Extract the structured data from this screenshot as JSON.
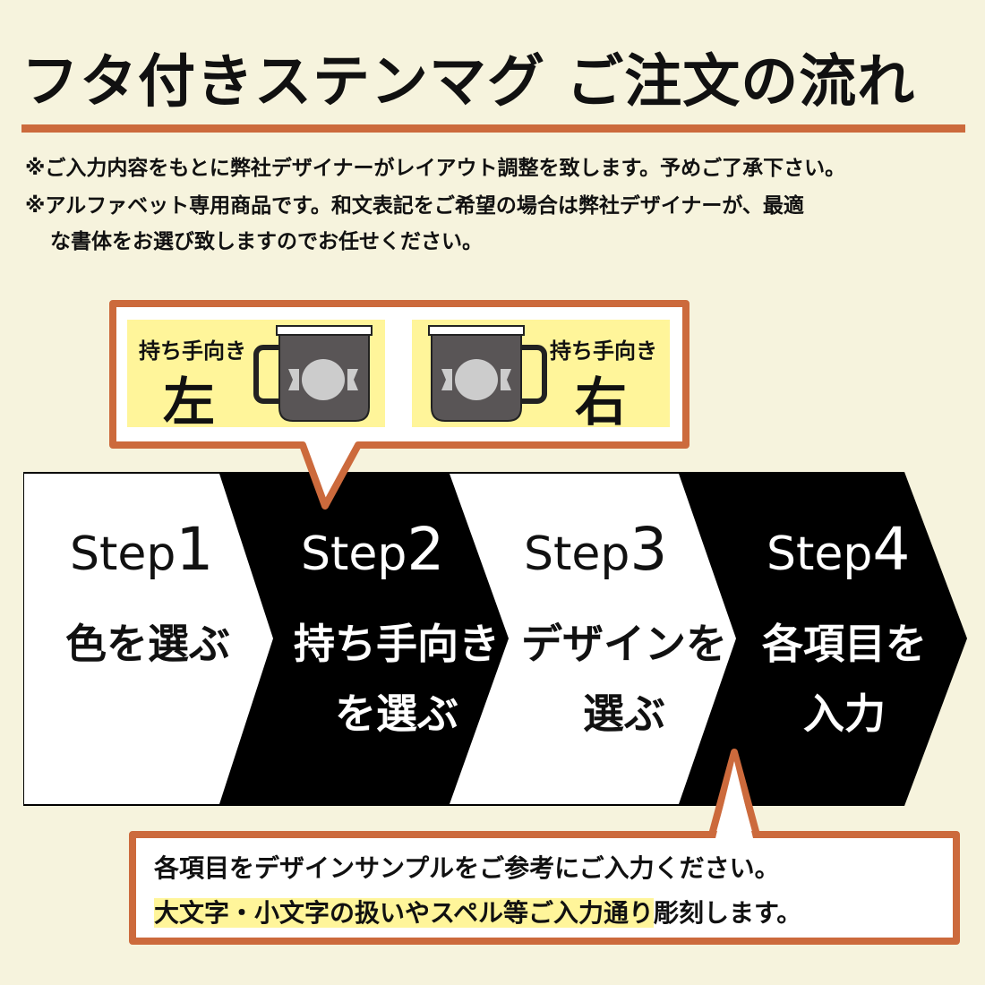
{
  "title": "フタ付きステンマグ ご注文の流れ",
  "notes": [
    "※ご入力内容をもとに弊社デザイナーがレイアウト調整を致します。予めご了承下さい。",
    "※アルファベット専用商品です。和文表記をご希望の場合は弊社デザイナーが、最適",
    "な書体をお選び致しますのでお任せください。"
  ],
  "handle_options": [
    {
      "label": "持ち手向き",
      "side": "左",
      "icon": "mug-handle-left-icon"
    },
    {
      "label": "持ち手向き",
      "side": "右",
      "icon": "mug-handle-right-icon"
    }
  ],
  "steps": [
    {
      "word": "Step",
      "num": "1",
      "lines": [
        "色を選ぶ"
      ]
    },
    {
      "word": "Step",
      "num": "2",
      "lines": [
        "持ち手向き",
        "を選ぶ"
      ]
    },
    {
      "word": "Step",
      "num": "3",
      "lines": [
        "デザインを",
        "選ぶ"
      ]
    },
    {
      "word": "Step",
      "num": "4",
      "lines": [
        "各項目を",
        "入力"
      ]
    }
  ],
  "bottom_note": {
    "line1": "各項目をデザインサンプルをご参考にご入力ください。",
    "line2_highlight": "大文字・小文字の扱いやスペル等ご入力通り",
    "line2_rest": "彫刻します。"
  },
  "colors": {
    "accent": "#cc6a3c",
    "background": "#f6f3dd",
    "highlight": "#fff59a",
    "mug": "#595556"
  }
}
